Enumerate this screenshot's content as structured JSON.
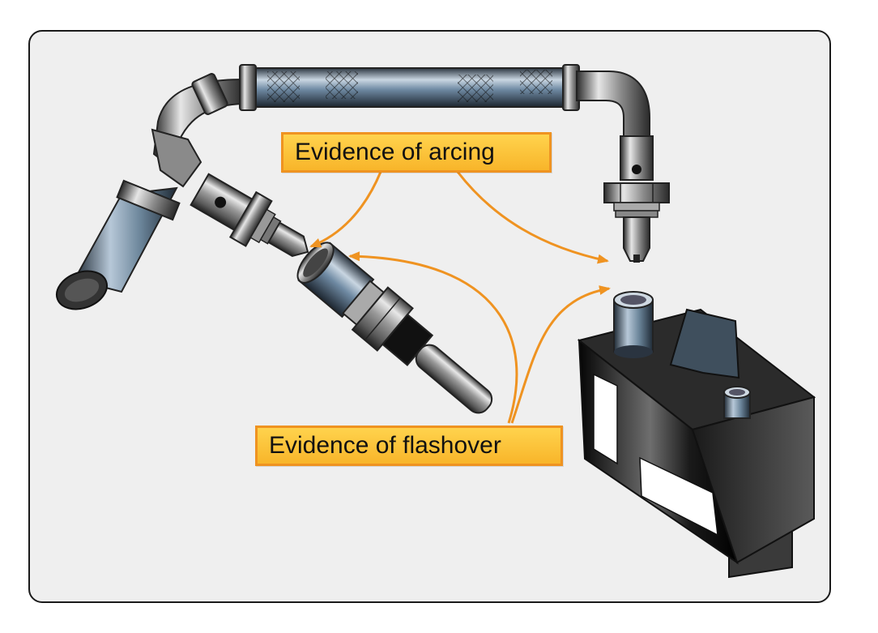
{
  "labels": {
    "arcing": "Evidence of arcing",
    "flashover": "Evidence of flashover"
  },
  "colors": {
    "panel_background": "#efefef",
    "panel_border": "#1a1a1a",
    "callout_fill": "#fcc23a",
    "callout_border": "#ef9321",
    "arrow": "#ef9321",
    "insulator_block": "#1a1a1a"
  },
  "icons": [
    "ignition-lead-tube",
    "lead-terminal-fitting",
    "spark-plug",
    "ignition-exciter-box",
    "callout-arrow"
  ]
}
